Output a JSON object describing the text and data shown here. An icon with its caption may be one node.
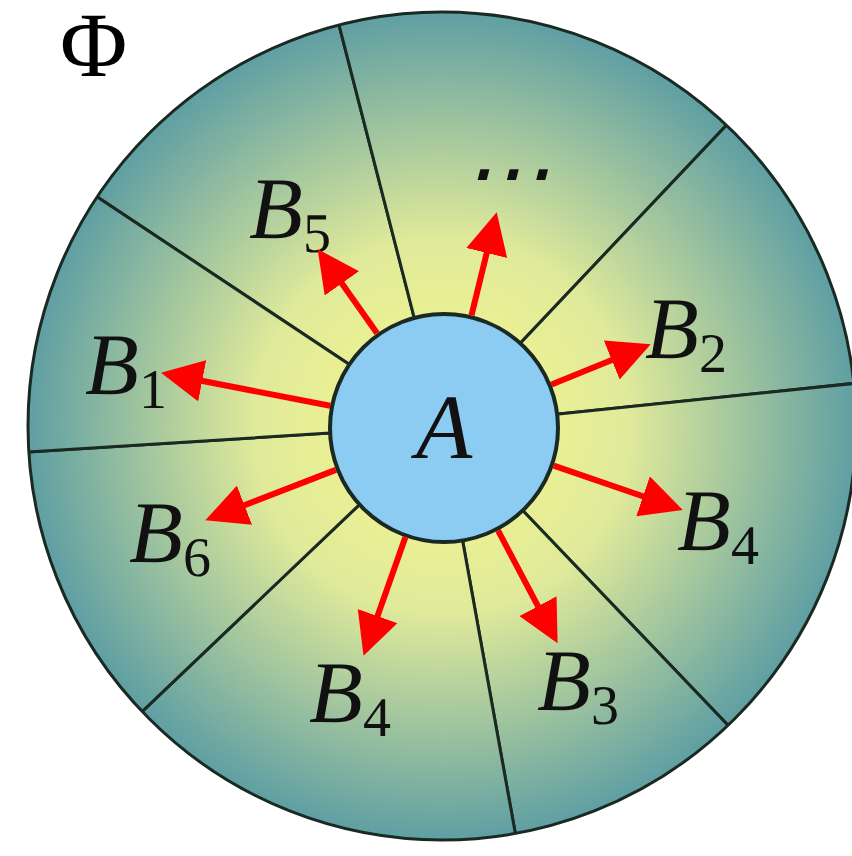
{
  "diagram": {
    "nodes": [
      {
        "text": [],
        "shape": "circle"
      },
      {
        "text": [
          "A"
        ],
        "in": 0
      },
      {
        "text": [
          "B$_{5}$"
        ],
        "in": 0
      },
      {
        "text": [
          "⋯"
        ],
        "in": 0
      },
      {
        "text": [
          "B$_{2}$"
        ],
        "in": 0
      },
      {
        "text": [
          "B$_{1}$"
        ],
        "in": 0
      },
      {
        "text": [
          "B$_{6}$"
        ],
        "in": 0
      },
      {
        "text": [
          "B$_{4}$"
        ],
        "in": 0
      },
      {
        "text": [
          "B$_{4}$"
        ],
        "in": 0
      },
      {
        "text": [
          "B$_{3}$"
        ],
        "in": 0
      }
    ],
    "edges": [
      {
        "from": 1,
        "to": 2,
        "arrow": "to"
      },
      {
        "from": 1,
        "to": 3,
        "arrow": "to"
      },
      {
        "from": 1,
        "to": 4,
        "arrow": "to"
      },
      {
        "from": 1,
        "to": 5,
        "arrow": "to"
      },
      {
        "from": 1,
        "to": 6,
        "arrow": "to"
      },
      {
        "from": 1,
        "to": 7,
        "arrow": "to"
      },
      {
        "from": 1,
        "to": 8,
        "arrow": "to"
      },
      {
        "from": 1,
        "to": 9,
        "arrow": "to"
      }
    ],
    "labels": [
      "Φ"
    ]
  }
}
